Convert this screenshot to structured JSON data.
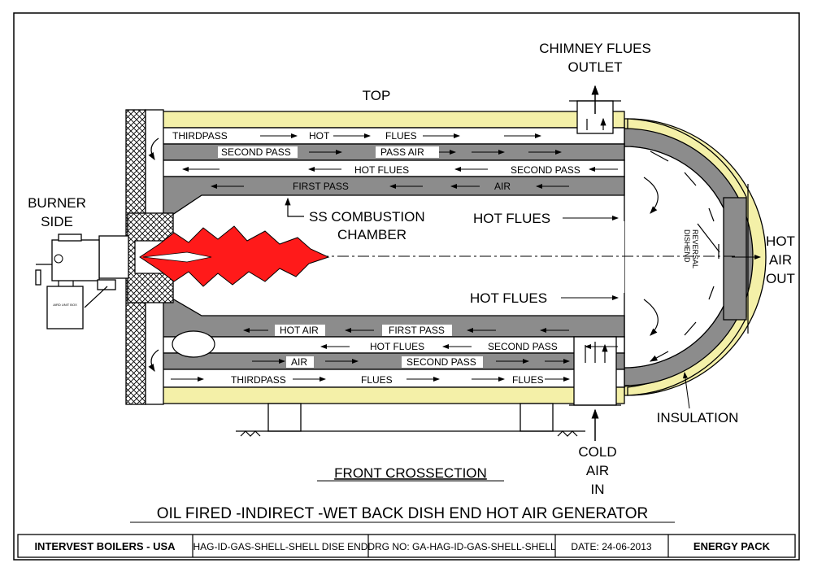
{
  "labels": {
    "chimney_line1": "CHIMNEY FLUES",
    "chimney_line2": "OUTLET",
    "top": "TOP",
    "burner_line1": "BURNER",
    "burner_line2": "SIDE",
    "ss_chamber_line1": "SS COMBUSTION",
    "ss_chamber_line2": "CHAMBER",
    "hot_flues_upper": "HOT FLUES",
    "hot_flues_lower": "HOT FLUES",
    "hot_air_out_line1": "HOT",
    "hot_air_out_line2": "AIR",
    "hot_air_out_line3": "OUT",
    "dish_end_line1": "DISHEND",
    "dish_end_line2": "REVERSAL",
    "insulation": "INSULATION",
    "cold_air_line1": "COLD",
    "cold_air_line2": "AIR",
    "cold_air_line3": "IN",
    "front_section": "FRONT CROSSECTION",
    "main_title": "OIL FIRED -INDIRECT -WET BACK DISH END HOT AIR GENERATOR",
    "burner_box": "AIRD UNIT BOX"
  },
  "passes": {
    "top_third_1": "THIRDPASS",
    "top_third_2": "HOT",
    "top_third_3": "FLUES",
    "top_second_1": "SECOND PASS",
    "top_second_2": "PASS AIR",
    "upper_mid_1": "HOT FLUES",
    "upper_mid_2": "SECOND PASS",
    "upper_first_1": "FIRST PASS",
    "upper_first_2": "AIR",
    "lower_first_1": "HOT AIR",
    "lower_first_2": "FIRST PASS",
    "lower_mid_1": "HOT FLUES",
    "lower_mid_2": "SECOND PASS",
    "bottom_second_1": "AIR",
    "bottom_second_2": "SECOND PASS",
    "bottom_third_1": "THIRDPASS",
    "bottom_third_2": "FLUES",
    "bottom_third_3": "FLUES"
  },
  "title_block": {
    "company": "INTERVEST BOILERS - USA",
    "drawing_name": "HAG-ID-GAS-SHELL-SHELL DISE END",
    "drawing_no": "DRG NO: GA-HAG-ID-GAS-SHELL-SHELL",
    "date": "DATE: 24-06-2013",
    "product": "ENERGY PACK"
  },
  "colors": {
    "flame": "#ff1a1a",
    "insulation": "#f4f0a8",
    "steel": "#8c8c8c"
  }
}
